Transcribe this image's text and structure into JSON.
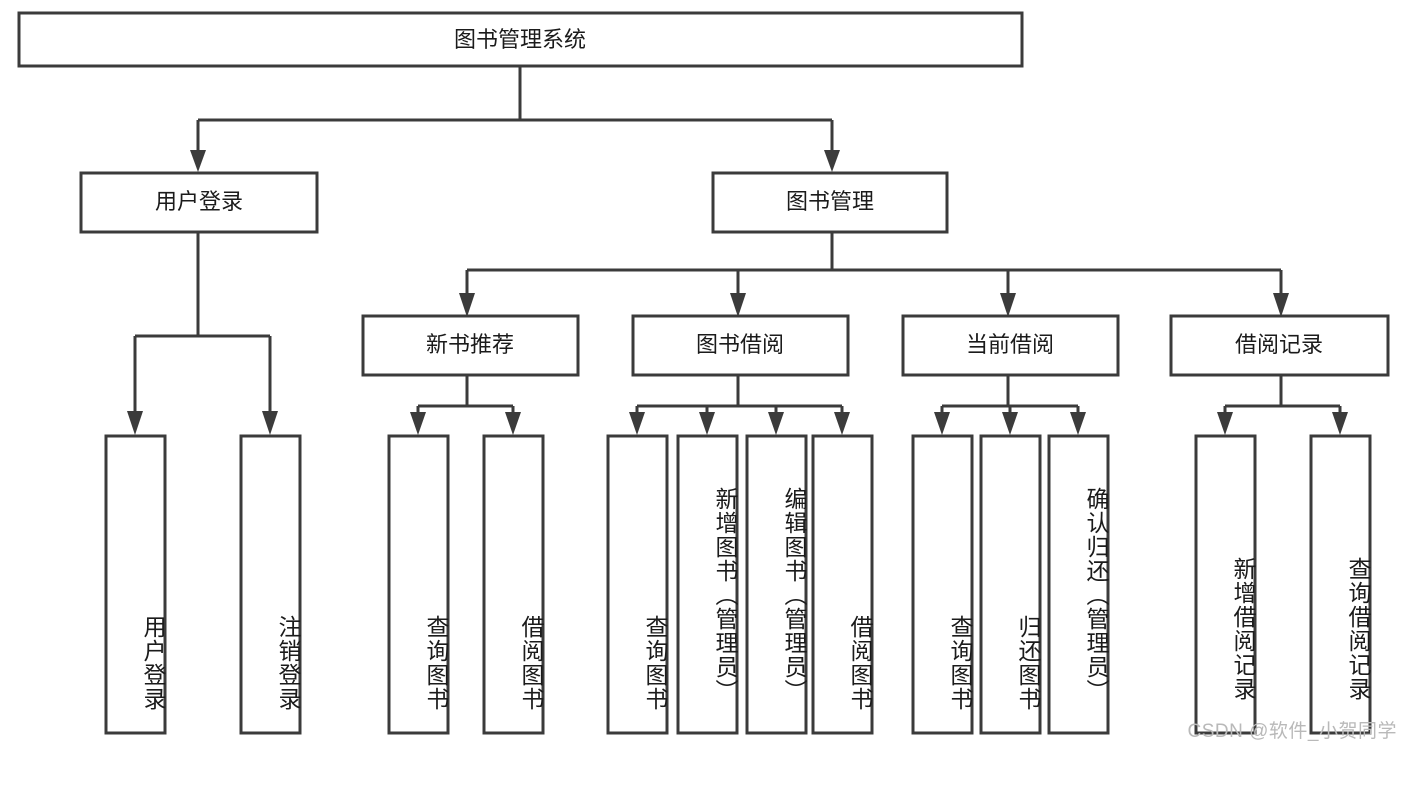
{
  "diagram": {
    "type": "tree-hierarchy-chart",
    "title_node": "图书管理系统",
    "colors": {
      "box_stroke": "#3b3b3b",
      "box_fill": "#ffffff",
      "connector": "#3b3b3b",
      "text": "#1b1b1b",
      "background": "#ffffff",
      "watermark": "#b9b9b9"
    },
    "levels": {
      "level1": [
        {
          "id": "root",
          "label": "图书管理系统"
        }
      ],
      "level2": [
        {
          "id": "user-login",
          "label": "用户登录"
        },
        {
          "id": "book-management",
          "label": "图书管理"
        }
      ],
      "level3": [
        {
          "id": "new-book-recommend",
          "label": "新书推荐",
          "parent": "book-management"
        },
        {
          "id": "book-borrow",
          "label": "图书借阅",
          "parent": "book-management"
        },
        {
          "id": "current-borrow",
          "label": "当前借阅",
          "parent": "book-management"
        },
        {
          "id": "borrow-record",
          "label": "借阅记录",
          "parent": "book-management"
        }
      ],
      "leaves": [
        {
          "id": "leaf-user-login",
          "label": "用户登录",
          "parent": "user-login"
        },
        {
          "id": "leaf-logout-login",
          "label": "注销登录",
          "parent": "user-login"
        },
        {
          "id": "leaf-query-book-1",
          "label": "查询图书",
          "parent": "new-book-recommend"
        },
        {
          "id": "leaf-borrow-book-1",
          "label": "借阅图书",
          "parent": "new-book-recommend"
        },
        {
          "id": "leaf-query-book-2",
          "label": "查询图书",
          "parent": "book-borrow"
        },
        {
          "id": "leaf-add-book-admin",
          "label": "新增图书（管理员）",
          "parent": "book-borrow"
        },
        {
          "id": "leaf-edit-book-admin",
          "label": "编辑图书（管理员）",
          "parent": "book-borrow"
        },
        {
          "id": "leaf-borrow-book-2",
          "label": "借阅图书",
          "parent": "book-borrow"
        },
        {
          "id": "leaf-query-book-3",
          "label": "查询图书",
          "parent": "current-borrow"
        },
        {
          "id": "leaf-return-book",
          "label": "归还图书",
          "parent": "current-borrow"
        },
        {
          "id": "leaf-confirm-return-admin",
          "label": "确认归还（管理员）",
          "parent": "current-borrow"
        },
        {
          "id": "leaf-add-borrow-record",
          "label": "新增借阅记录",
          "parent": "borrow-record"
        },
        {
          "id": "leaf-query-borrow-record",
          "label": "查询借阅记录",
          "parent": "borrow-record"
        }
      ]
    }
  },
  "watermark": {
    "text": "CSDN @软件_小贺同学"
  }
}
